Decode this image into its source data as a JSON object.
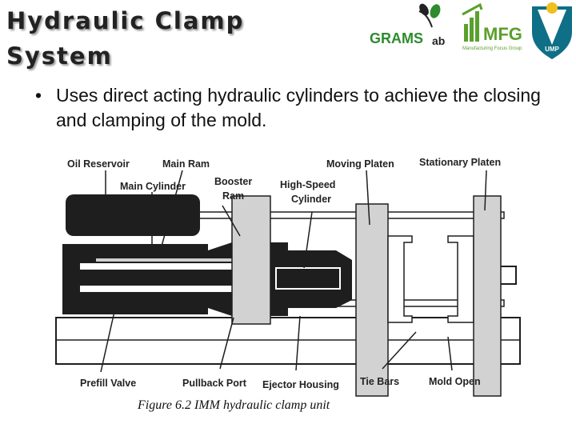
{
  "slide": {
    "title_line1": "Hydraulic Clamp",
    "title_line2": "System",
    "bullet": "Uses direct acting hydraulic cylinders to achieve the closing and clamping of the mold.",
    "caption": "Figure 6.2   IMM hydraulic clamp unit"
  },
  "logos": {
    "grams_text": "GRAMS",
    "grams_suffix": "ab",
    "mfg_text": "MFG",
    "mfg_sub": "Manufacturing Focus Group",
    "ump_text": "UMP"
  },
  "diagram": {
    "labels": {
      "oil_reservoir": "Oil Reservoir",
      "main_ram": "Main Ram",
      "main_cylinder": "Main Cylinder",
      "booster": "Booster",
      "ram": "Ram",
      "high_speed": "High-Speed",
      "cylinder": "Cylinder",
      "moving_platen": "Moving Platen",
      "stationary_platen": "Stationary Platen",
      "prefill_valve": "Prefill Valve",
      "pullback_port": "Pullback Port",
      "ejector_housing": "Ejector Housing",
      "tie_bars": "Tie Bars",
      "mold_open": "Mold Open"
    }
  },
  "colors": {
    "title_shadow": "#9a9a9a",
    "grams_green": "#2e8b2e",
    "mfg_green": "#5aa02c",
    "ump_teal": "#0f6f86",
    "diagram_dark": "#1e1e1e",
    "diagram_gray": "#d2d2d2"
  }
}
